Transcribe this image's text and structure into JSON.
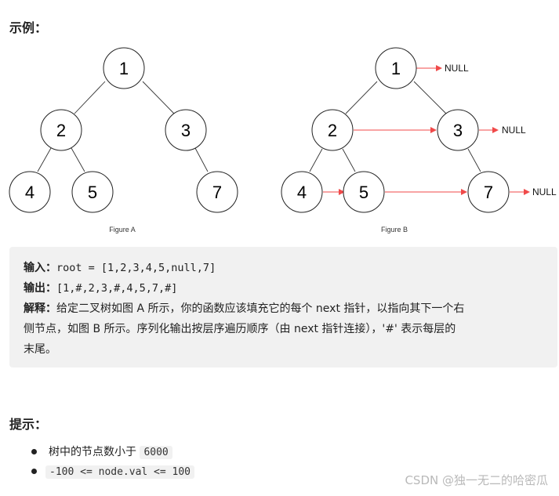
{
  "example_heading": "示例：",
  "figure": {
    "tree_a": {
      "caption": "Figure A",
      "nodes": [
        "1",
        "2",
        "3",
        "4",
        "5",
        "7"
      ]
    },
    "tree_b": {
      "caption": "Figure B",
      "nodes": [
        "1",
        "2",
        "3",
        "4",
        "5",
        "7"
      ],
      "null_label": "NULL"
    }
  },
  "example": {
    "input_label": "输入：",
    "input_value": "root = [1,2,3,4,5,null,7]",
    "output_label": "输出：",
    "output_value": "[1,#,2,3,#,4,5,7,#]",
    "explain_label": "解释：",
    "explain_line1": "给定二叉树如图 A 所示，你的函数应该填充它的每个 next 指针，以指向其下一个右",
    "explain_line2": "侧节点，如图 B 所示。序列化输出按层序遍历顺序（由 next 指针连接），'#' 表示每层的",
    "explain_line3": "末尾。"
  },
  "hint_heading": "提示：",
  "hints": [
    {
      "text": "树中的节点数小于",
      "code": "6000"
    },
    {
      "code": "-100  <= node.val <= 100"
    }
  ],
  "watermark": "CSDN @独一无二的哈密瓜"
}
